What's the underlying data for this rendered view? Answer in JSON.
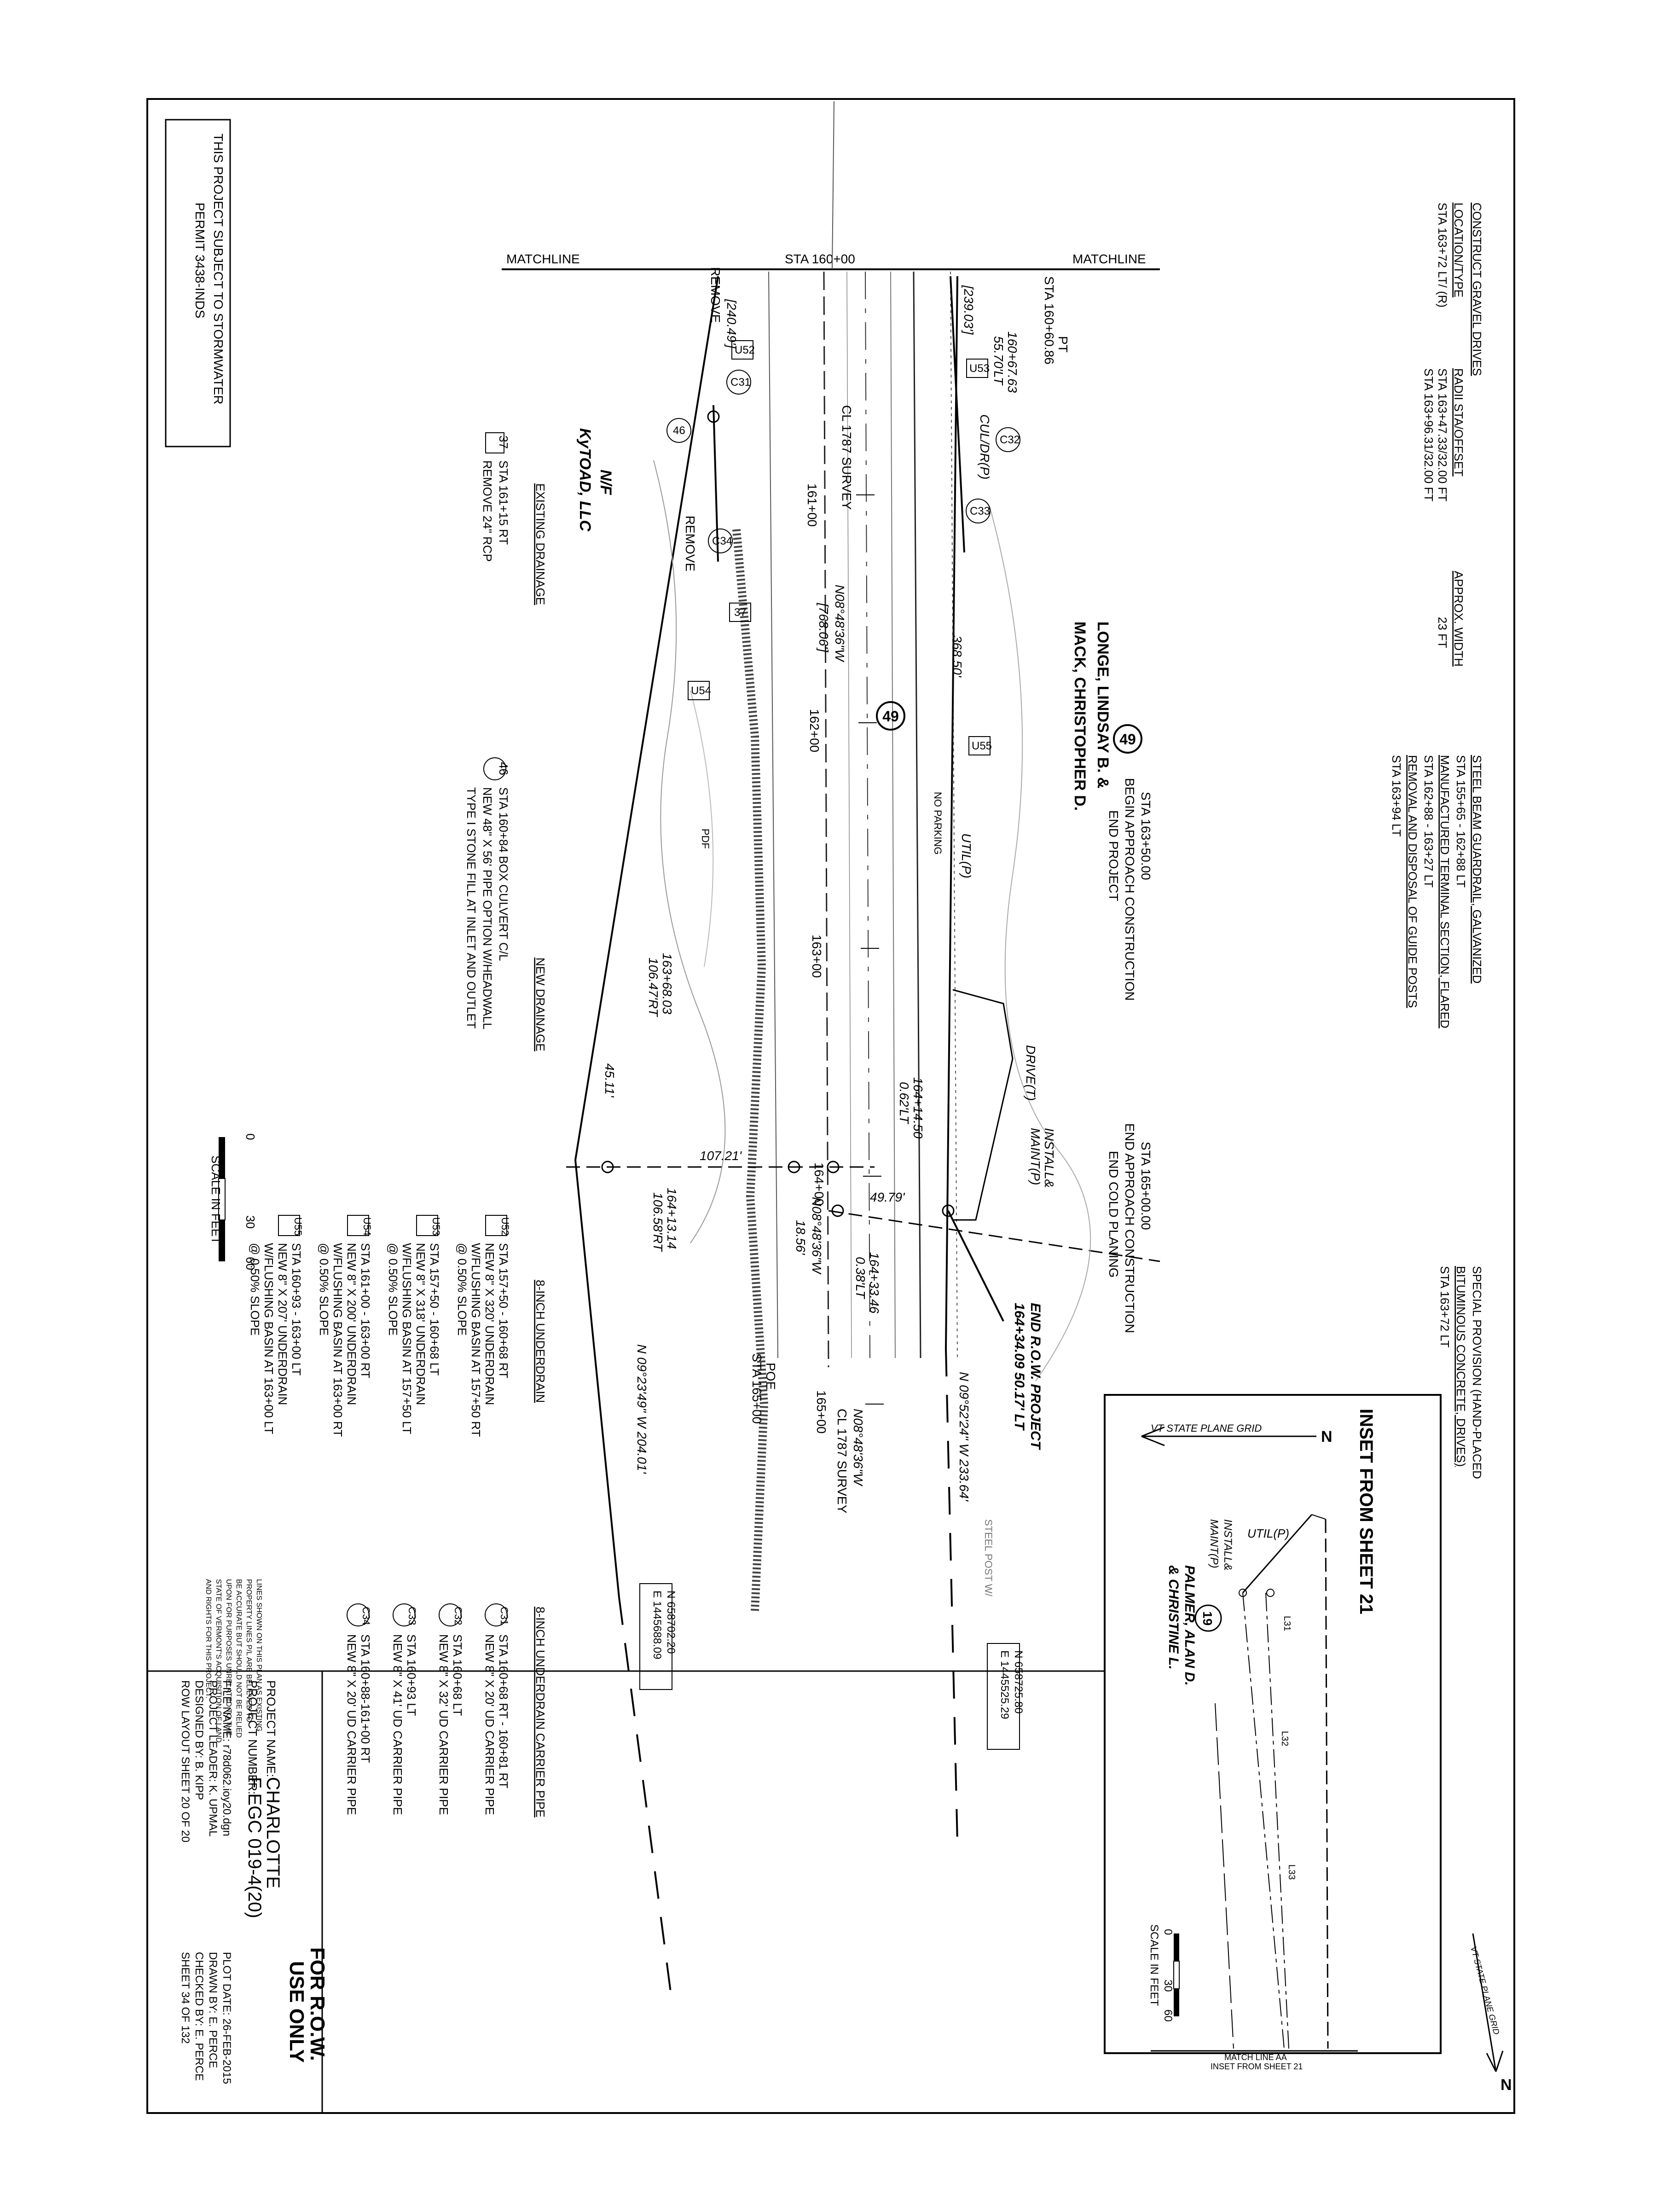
{
  "sheet": {
    "stormwater_note": [
      "THIS PROJECT SUBJECT TO STORMWATER",
      "PERMIT 3438-INDS"
    ],
    "matchline_left": "MATCHLINE",
    "matchline_right": "MATCHLINE",
    "sta_top": "STA 160+00",
    "for_row": [
      "FOR R.O.W.",
      "USE ONLY"
    ]
  },
  "notes": {
    "gravel_drives": {
      "heading": "CONSTRUCT GRAVEL DRIVES",
      "col_location": "LOCATION/TYPE",
      "col_radii": "RADII STA/OFFSET",
      "col_width": "APPROX. WIDTH",
      "row_location": "STA 163+72 LT/ (R)",
      "row_radii_1": "STA 163+47.33/32.00 FT",
      "row_radii_2": "STA 163+96.31/32.00 FT",
      "row_width": "23 FT"
    },
    "guardrail": {
      "line1": "STEEL BEAM GUARDRAIL, GALVANIZED",
      "line2": "STA 155+65 - 162+88 LT",
      "line3": "MANUFACTURED TERMINAL SECTION, FLARED",
      "line4": "STA 162+88 - 163+27 LT",
      "line5": "REMOVAL AND DISPOSAL OF GUIDE POSTS",
      "line6": "STA 163+94 LT"
    },
    "special_provision": {
      "line1": "SPECIAL PROVISION (HAND-PLACED",
      "line2": "BITUMINOUS CONCRETE, DRIVES)",
      "line3": "STA 163+72 LT"
    },
    "existing_drainage": {
      "heading": "EXISTING DRAINAGE",
      "item_37_num": "37",
      "item_37_a": "STA 161+15 RT",
      "item_37_b": "REMOVE 24\" RCP"
    },
    "new_drainage": {
      "heading": "NEW DRAINAGE",
      "item_46_num": "46",
      "item_46_a": "STA 160+84 BOX CULVERT C/L",
      "item_46_b": "NEW 48\" X 56' PIPE OPTION W/HEADWALL",
      "item_46_c": "TYPE I STONE FILL AT INLET AND OUTLET"
    },
    "underdrain": {
      "heading": "8-INCH UNDERDRAIN",
      "u52_num": "U52",
      "u52_a": "STA 157+50 - 160+68 RT",
      "u52_b": "NEW 8\" X 320' UNDERDRAIN",
      "u52_c": "W/FLUSHING BASIN AT 157+50 RT",
      "u52_d": "@ 0.50% SLOPE",
      "u53_num": "U53",
      "u53_a": "STA 157+50 - 160+68 LT",
      "u53_b": "NEW 8\" X 318' UNDERDRAIN",
      "u53_c": "W/FLUSHING BASIN AT 157+50 LT",
      "u53_d": "@ 0.50% SLOPE",
      "u54_num": "U54",
      "u54_a": "STA 161+00 - 163+00 RT",
      "u54_b": "NEW 8\" X 200' UNDERDRAIN",
      "u54_c": "W/FLUSHING BASIN AT 163+00 RT",
      "u54_d": "@ 0.50% SLOPE",
      "u55_num": "U55",
      "u55_a": "STA 160+93 - 163+00 LT",
      "u55_b": "NEW 8\" X 207' UNDERDRAIN",
      "u55_c": "W/FLUSHING BASIN AT 163+00 LT",
      "u55_d": "@ 0.50% SLOPE"
    },
    "carrier": {
      "heading": "8-INCH UNDERDRAIN CARRIER PIPE",
      "c31_num": "C31",
      "c31_a": "STA 160+68 RT - 160+81 RT",
      "c31_b": "NEW 8\" X 20' UD CARRIER PIPE",
      "c32_num": "C32",
      "c32_a": "STA 160+68 LT",
      "c32_b": "NEW 8\" X 32' UD CARRIER PIPE",
      "c33_num": "C33",
      "c33_a": "STA 160+93 LT",
      "c33_b": "NEW 8\" X 41' UD CARRIER PIPE",
      "c34_num": "C34",
      "c34_a": "STA 160+88-161+00 RT",
      "c34_b": "NEW 8\" X 20' UD CARRIER PIPE"
    },
    "disclaimer": {
      "l1": "LINES SHOWN ON THIS PLAN AS EXISTING",
      "l2": "PROPERTY LINES P/L ARE BELIEVED TO",
      "l3": "BE ACCURATE BUT SHOULD NOT BE RELIED",
      "l4": "UPON FOR PURPOSES UNRELATED TO THE",
      "l5": "STATE OF VERMONT'S ACQUISITION OF LAND",
      "l6": "AND RIGHTS FOR THIS PROJECT."
    }
  },
  "scale": {
    "label": "SCALE IN FEET",
    "t0": "0",
    "t30": "30",
    "t60": "60"
  },
  "title_block": {
    "project_name_label": "PROJECT NAME:",
    "project_name": "CHARLOTTE",
    "project_number_label": "PROJECT NUMBER:",
    "project_number": "F EGC 019-4(20)",
    "file_name": "FILE NAME: r78d062.ioy20.dgn",
    "project_leader": "PROJECT LEADER: K. UPMAL",
    "designed_by": "DESIGNED BY:     B. KIPP",
    "row_layout": "ROW LAYOUT SHEET 20 OF 20",
    "plot_date": "PLOT DATE: 26-FEB-2015",
    "drawn_by": "DRAWN BY: E. PERCE",
    "checked_by": "CHECKED BY: E. PERCE",
    "sheet": "SHEET  34  OF  132"
  },
  "plan": {
    "owner_49_a": "LONGE, LINDSAY B. &",
    "owner_49_b": "MACK, CHRISTOPHER D.",
    "parcel_49": "49",
    "owner_nf_a": "N/F",
    "owner_nf_b": "KyTOAD, LLC",
    "survey_label": "CL 1787 SURVEY",
    "survey_label_2": "CL 1787 SURVEY",
    "bearing_1": "N08°48'36\"W",
    "bearing_1_dist": "[768.06']",
    "bearing_2": "N08°48'36\"W",
    "bearing_2_dist": "18.56'",
    "bearing_3": "N08°48'36\"W",
    "row_bearing_a": "N 09°52'24\" W  233.64'",
    "row_bearing_b": "N 09°23'49\" W  204.01'",
    "dist_368": "368.50'",
    "dist_107": "107.21'",
    "dist_45": "45.11'",
    "dist_49": "49.79'",
    "dist_239": "[239.03']",
    "dist_240": "[240.49']",
    "sta_160_67": "160+67.63",
    "off_160_67": "55.70'LT",
    "sta_163_68": "163+68.03",
    "off_163_68": "106.47'RT",
    "sta_164_13": "164+13.14",
    "off_164_13": "106.58'RT",
    "sta_164_33": "164+33.46",
    "off_164_33": "0.38'LT",
    "sta_164_14": "164+14.50",
    "off_164_14": "0.62'LT",
    "end_row_a": "END R.O.W. PROJECT",
    "end_row_b": "164+34.09  50.17' LT",
    "begin_a": "STA 163+50.00",
    "begin_b": "BEGIN APPROACH CONSTRUCTION",
    "begin_c": "END PROJECT",
    "end_a": "STA 165+00.00",
    "end_b": "END APPROACH CONSTRUCTION",
    "end_c": "END COLD PLANING",
    "pt_a": "PT",
    "pt_b": "STA 160+60.86",
    "poe_a": "POE",
    "poe_b": "STA 165+00",
    "sta_161": "161+00",
    "sta_162": "162+00",
    "sta_163": "163+00",
    "sta_164": "164+00",
    "sta_165": "165+00",
    "util": "UTIL(P)",
    "culdr": "CUL/DR(P)",
    "drive": "DRIVE(T)",
    "install_a": "INSTALL&",
    "install_b": "MAINT(P)",
    "coord_1a": "N 658702.20",
    "coord_1b": "E 1445688.09",
    "coord_2a": "N 658725.80",
    "coord_2b": "E 1445525.29",
    "remove": "REMOVE",
    "no_parking": "NO PARKING",
    "steel_post": "STEEL POST W/",
    "c32": "C32",
    "c33": "C33",
    "c34": "C34",
    "c31": "C31",
    "u52": "U52",
    "u53": "U53",
    "u54": "U54",
    "u55": "U55",
    "n46": "46",
    "n37": "37",
    "pdf": "PDF"
  },
  "inset": {
    "title": "INSET FROM SHEET 21",
    "grid_label": "VT STATE PLANE GRID",
    "north": "N",
    "util": "UTIL(P)",
    "install_a": "INSTALL&",
    "install_b": "MAINT(P)",
    "parcel": "19",
    "owner_a": "PALMER, ALAN D.",
    "owner_b": "& CHRISTINE L.",
    "l31": "L31",
    "l32": "L32",
    "l33": "L33",
    "matchline_a": "MATCH LINE AA",
    "matchline_b": "INSET FROM SHEET 21",
    "scale_label": "SCALE IN FEET",
    "t0": "0",
    "t30": "30",
    "t60": "60"
  },
  "north_arrow": {
    "grid_label": "VT STATE PLANE GRID",
    "north": "N"
  }
}
